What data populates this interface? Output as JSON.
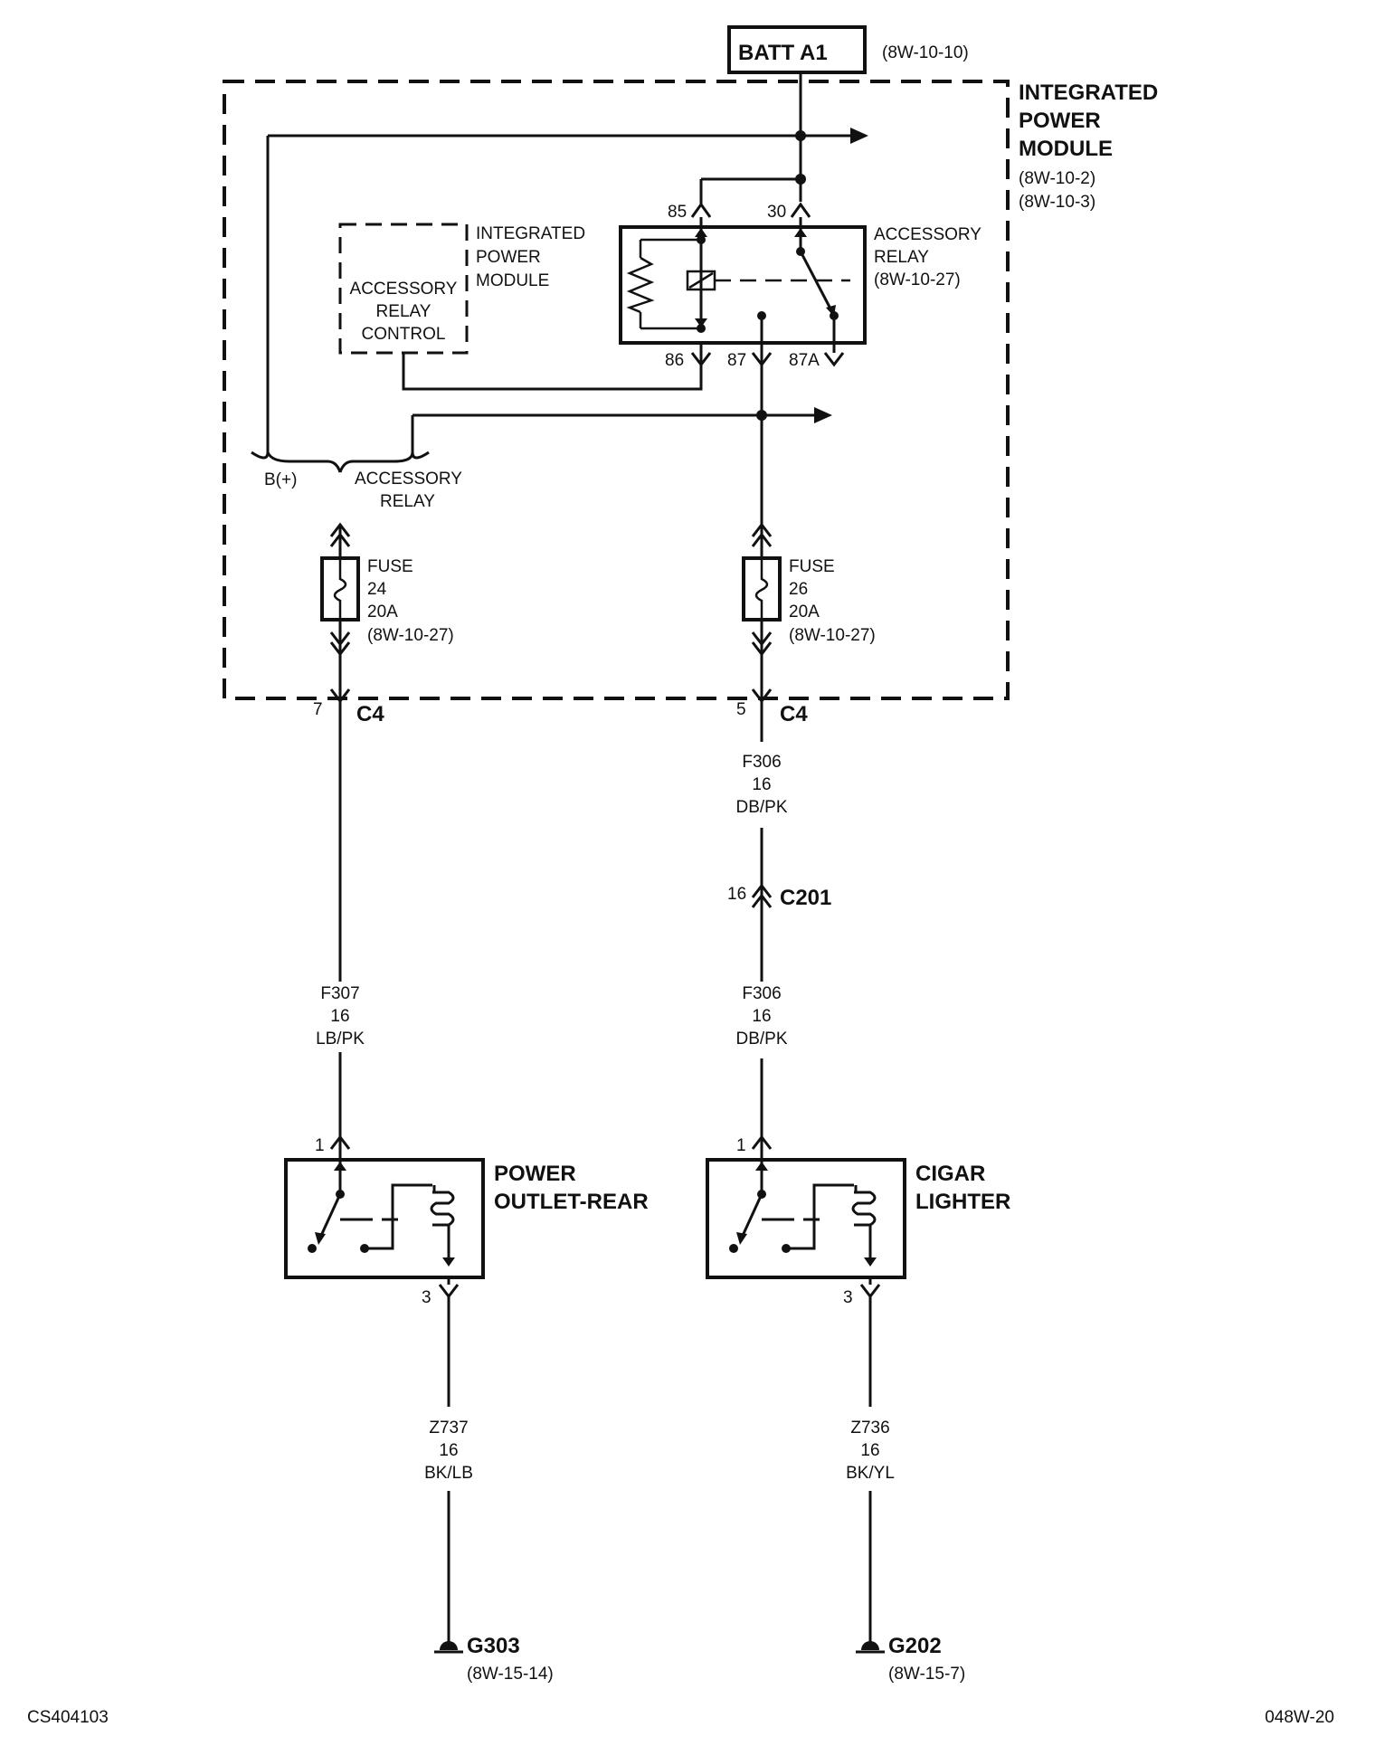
{
  "batt": {
    "label": "BATT A1",
    "ref": "(8W-10-10)"
  },
  "ipm_main": {
    "line1": "INTEGRATED",
    "line2": "POWER",
    "line3": "MODULE",
    "ref1": "(8W-10-2)",
    "ref2": "(8W-10-3)"
  },
  "ipm_control": {
    "line1": "INTEGRATED",
    "line2": "POWER",
    "line3": "MODULE",
    "box1": "ACCESSORY",
    "box2": "RELAY",
    "box3": "CONTROL"
  },
  "relay": {
    "line1": "ACCESSORY",
    "line2": "RELAY",
    "ref": "(8W-10-27)",
    "pin85": "85",
    "pin30": "30",
    "pin86": "86",
    "pin87": "87",
    "pin87a": "87A"
  },
  "splice": {
    "b_plus": "B(+)",
    "acc1": "ACCESSORY",
    "acc2": "RELAY"
  },
  "fuse24": {
    "label": "FUSE",
    "num": "24",
    "amps": "20A",
    "ref": "(8W-10-27)"
  },
  "fuse26": {
    "label": "FUSE",
    "num": "26",
    "amps": "20A",
    "ref": "(8W-10-27)"
  },
  "c4_left": {
    "pin": "7",
    "name": "C4"
  },
  "c4_right": {
    "pin": "5",
    "name": "C4"
  },
  "wire_f306_top": {
    "circuit": "F306",
    "gauge": "16",
    "color": "DB/PK"
  },
  "c201": {
    "pin": "16",
    "name": "C201"
  },
  "wire_f307": {
    "circuit": "F307",
    "gauge": "16",
    "color": "LB/PK"
  },
  "wire_f306_bottom": {
    "circuit": "F306",
    "gauge": "16",
    "color": "DB/PK"
  },
  "power_outlet": {
    "line1": "POWER",
    "line2": "OUTLET-REAR",
    "pin_in": "1",
    "pin_out": "3"
  },
  "cigar_lighter": {
    "line1": "CIGAR",
    "line2": "LIGHTER",
    "pin_in": "1",
    "pin_out": "3"
  },
  "wire_z737": {
    "circuit": "Z737",
    "gauge": "16",
    "color": "BK/LB"
  },
  "wire_z736": {
    "circuit": "Z736",
    "gauge": "16",
    "color": "BK/YL"
  },
  "ground_g303": {
    "name": "G303",
    "ref": "(8W-15-14)"
  },
  "ground_g202": {
    "name": "G202",
    "ref": "(8W-15-7)"
  },
  "footer": {
    "left": "CS404103",
    "right": "048W-20"
  }
}
